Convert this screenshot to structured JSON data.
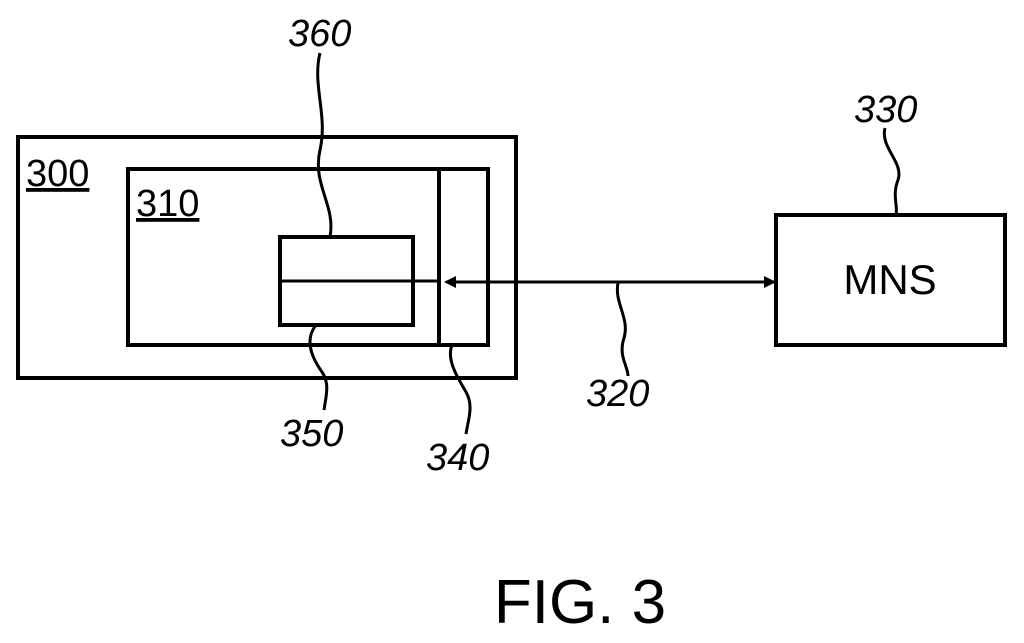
{
  "figure": {
    "caption": "FIG. 3"
  },
  "blocks": {
    "device": {
      "label": "300"
    },
    "module": {
      "label": "310"
    },
    "server": {
      "label": "MNS"
    }
  },
  "references": {
    "r360": "360",
    "r330": "330",
    "r320": "320",
    "r350": "350",
    "r340": "340"
  }
}
